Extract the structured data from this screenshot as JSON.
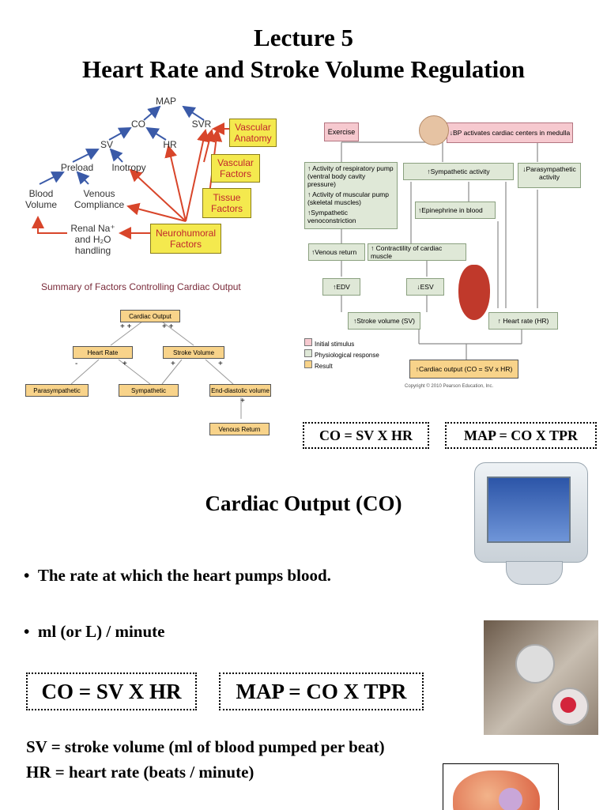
{
  "title": {
    "line1": "Lecture 5",
    "line2": "Heart Rate and Stroke Volume Regulation"
  },
  "diagram1": {
    "nodes": {
      "map": "MAP",
      "co": "CO",
      "svr": "SVR",
      "sv": "SV",
      "hr": "HR",
      "preload": "Preload",
      "inotropy": "Inotropy",
      "blood_volume": "Blood\nVolume",
      "venous_compliance": "Venous\nCompliance",
      "renal": "Renal Na⁺\nand H₂O\nhandling"
    },
    "boxes": {
      "vascular_anatomy": "Vascular\nAnatomy",
      "vascular_factors": "Vascular\nFactors",
      "tissue_factors": "Tissue\nFactors",
      "neurohumoral": "Neurohumoral\nFactors"
    },
    "caption": "Summary of Factors Controlling Cardiac Output"
  },
  "diagram2": {
    "cardiac_output": "Cardiac Output",
    "heart_rate": "Heart Rate",
    "stroke_volume": "Stroke Volume",
    "parasympathetic": "Parasympathetic",
    "sympathetic": "Sympathetic",
    "edv": "End-diastolic volume",
    "venous_return": "Venous Return",
    "signs": {
      "plus_plus": "+ +",
      "minus": "-",
      "plus": "+"
    }
  },
  "flow": {
    "exercise": "Exercise",
    "bp": "↓BP activates cardiac centers in medulla",
    "resp_pump": "↑ Activity of respiratory pump\n(ventral body cavity pressure)",
    "musc_pump": "↑ Activity of muscular pump\n(skeletal muscles)",
    "veno": "↑Sympathetic venoconstriction",
    "symp": "↑Sympathetic activity",
    "parasymp": "↓Parasympathetic\nactivity",
    "epi": "↑Epinephrine in blood",
    "venous_return": "↑Venous return",
    "contractility": "↑ Contractility of cardiac muscle",
    "edv": "↑EDV",
    "esv": "↓ESV",
    "sv": "↑Stroke volume (SV)",
    "hr": "↑ Heart rate (HR)",
    "co": "↑Cardiac output (CO = SV x HR)",
    "legend": [
      "Initial stimulus",
      "Physiological response",
      "Result"
    ],
    "legend_colors": [
      "#f6c9cf",
      "#dfe8d7",
      "#f8d38a"
    ],
    "copyright": "Copyright © 2010 Pearson Education, Inc."
  },
  "formulas_small": {
    "co": "CO = SV X HR",
    "map": "MAP = CO X TPR"
  },
  "section_title": "Cardiac Output (CO)",
  "bullets": [
    "The rate at which the heart pumps blood.",
    "ml (or L) / minute"
  ],
  "formulas_large": {
    "co": "CO = SV X HR",
    "map": "MAP = CO X TPR"
  },
  "definitions": {
    "sv": "SV = stroke volume (ml of blood pumped per beat)",
    "hr": "HR = heart rate (beats / minute)"
  },
  "colors": {
    "red_arrow": "#d8452a",
    "blue_arrow": "#3a5aa8",
    "yellow": "#f4e94e",
    "orange": "#f8d38a"
  }
}
